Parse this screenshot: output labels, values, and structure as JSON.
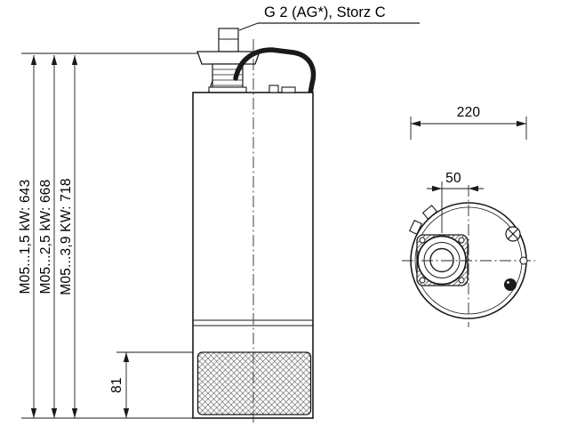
{
  "page": {
    "background_color": "#ffffff",
    "line_color": "#1a1a1a"
  },
  "drawing": {
    "connection_label": "G 2 (AG*), Storz C",
    "side_view": {
      "height_dimensions": [
        {
          "label": "M05...1,5 kW: 643"
        },
        {
          "label": "M05...2,5 kW: 668"
        },
        {
          "label": "M05...3,9 KW: 718"
        }
      ],
      "strainer_height_dimension": "81"
    },
    "top_view": {
      "outer_diameter_dimension": "220",
      "port_offset_dimension": "50"
    }
  }
}
